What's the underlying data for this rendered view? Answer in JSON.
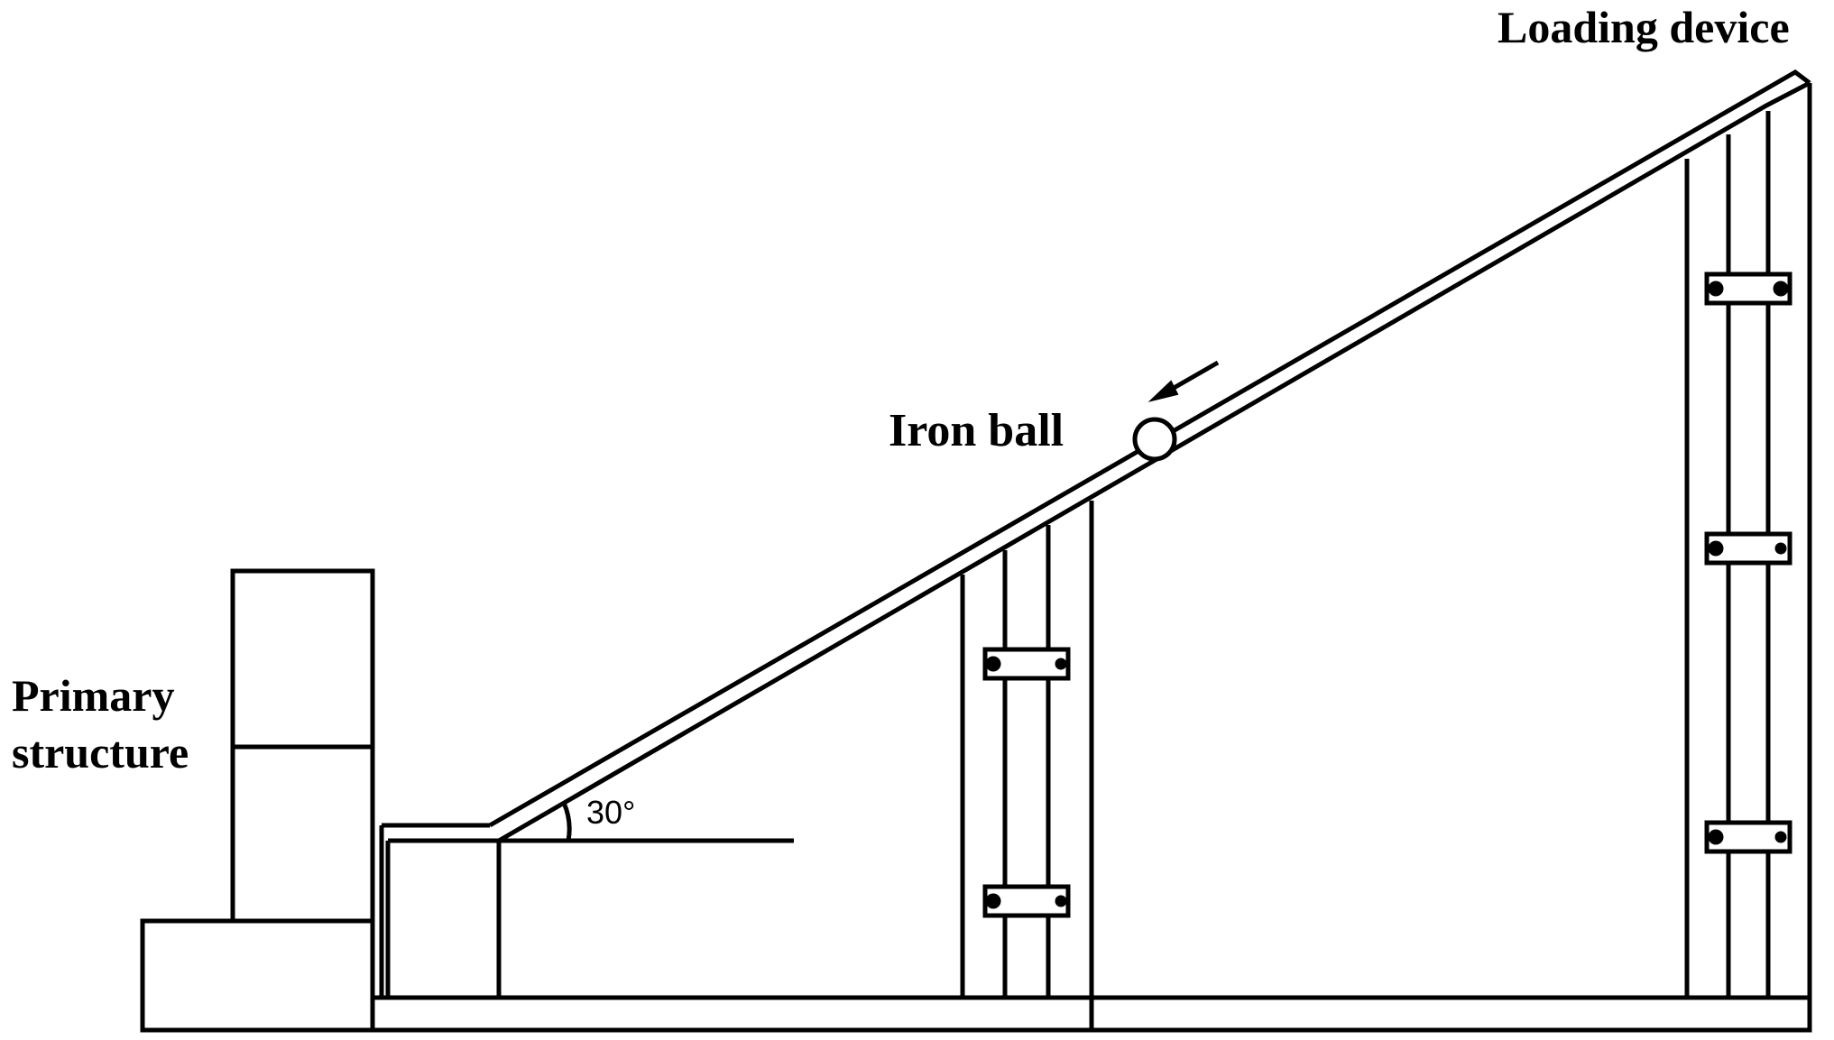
{
  "labels": {
    "loading_device": "Loading device",
    "iron_ball": "Iron ball",
    "primary_structure_line1": "Primary",
    "primary_structure_line2": "structure",
    "angle": "30°"
  },
  "colors": {
    "stroke": "#000000",
    "background": "#ffffff"
  }
}
